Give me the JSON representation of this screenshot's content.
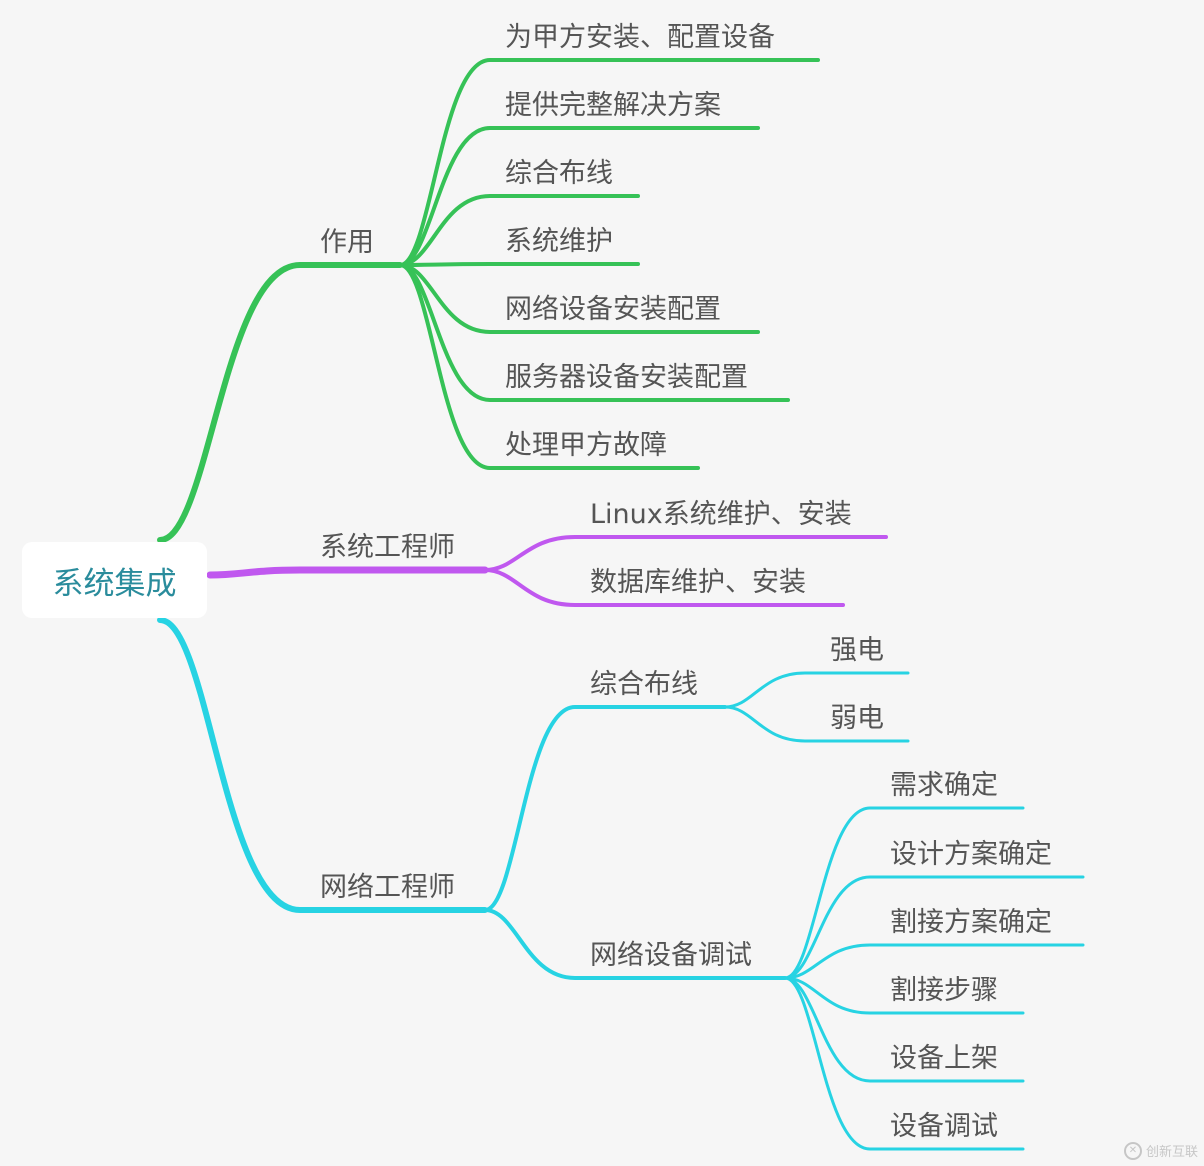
{
  "root": {
    "label": "系统集成"
  },
  "colors": {
    "green": "#36c257",
    "purple": "#c058ef",
    "cyan": "#27d3e3",
    "root_text": "#2a8c9c"
  },
  "branches": {
    "usage": {
      "label": "作用",
      "children": [
        "为甲方安装、配置设备",
        "提供完整解决方案",
        "综合布线",
        "系统维护",
        "网络设备安装配置",
        "服务器设备安装配置",
        "处理甲方故障"
      ]
    },
    "sys_engineer": {
      "label": "系统工程师",
      "children": [
        "Linux系统维护、安装",
        "数据库维护、安装"
      ]
    },
    "net_engineer": {
      "label": "网络工程师",
      "cabling": {
        "label": "综合布线",
        "children": [
          "强电",
          "弱电"
        ]
      },
      "debug": {
        "label": "网络设备调试",
        "children": [
          "需求确定",
          "设计方案确定",
          "割接方案确定",
          "割接步骤",
          "设备上架",
          "设备调试"
        ]
      }
    }
  },
  "watermark": {
    "text": "创新互联"
  }
}
